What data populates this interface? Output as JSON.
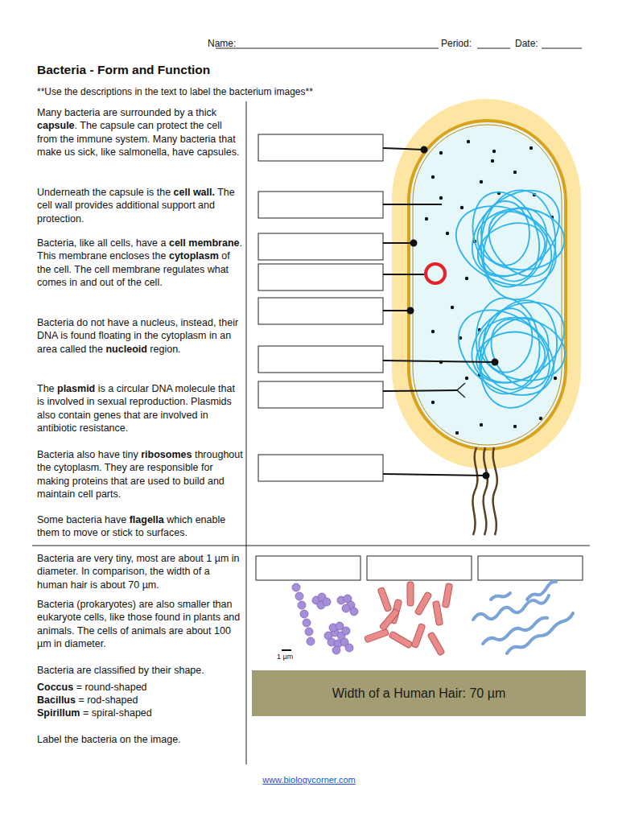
{
  "diagram": {
    "title": "Bacteria - Form and Function",
    "nodes": [
      {
        "text": [
          "Width of a Human Hair: 70 µm"
        ]
      }
    ],
    "labels": [
      "Name:",
      "Period:",
      "Date:",
      "**Use the descriptions in the text to label the bacterium images**",
      "Many bacteria are surrounded by a thick ",
      "capsule",
      ". The capsule can protect the cell from the immune system.  Many bacteria that make us sick, like salmonella, have capsules.",
      "Underneath the capsule is the ",
      "cell wall.",
      " The cell wall provides additional support and protection.",
      "Bacteria, like all cells, have a ",
      "cell membrane",
      ".  This membrane encloses the ",
      "cytoplasm",
      " of the cell.  The cell membrane regulates what comes in and out of the cell.",
      "Bacteria do not have a nucleus, instead, their DNA is found floating in the cytoplasm in an area called the ",
      "nucleoid",
      " region.",
      "The ",
      "plasmid",
      " is a circular DNA molecule that is involved in sexual reproduction. Plasmids also contain genes that are involved in antibiotic resistance.",
      "Bacteria also have tiny ",
      "ribosomes",
      " throughout the cytoplasm. They are responsible for making proteins that are used to build and maintain cell parts.",
      "Some bacteria have ",
      "flagella",
      " which enable them to move or stick to surfaces.",
      "Bacteria are very tiny, most are about 1 µm in diameter. In comparison, the width of a human hair is about 70 µm.",
      "Bacteria (prokaryotes) are also smaller than eukaryote cells, like those found in plants and animals.  The cells of animals are about 100 µm in diameter.",
      "Bacteria are classified by their shape.",
      "Coccus",
      " = round-shaped",
      "Bacillus",
      " = rod-shaped",
      "Spirillum",
      " = spiral-shaped",
      "Label the bacteria on the image.",
      "1 µm",
      "www.biologycorner.com"
    ]
  }
}
